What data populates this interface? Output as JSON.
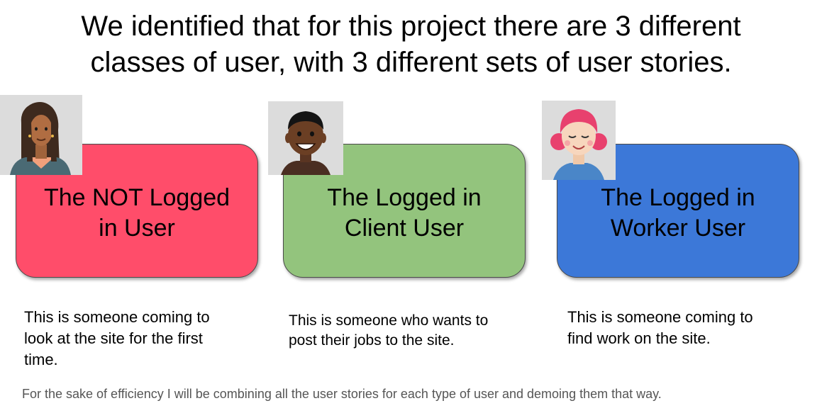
{
  "title": {
    "line1": "We identified that for this project there are 3 different",
    "line2": "classes of user, with 3 different sets of user stories."
  },
  "cards": [
    {
      "line1": "The NOT Logged",
      "line2": "in User",
      "color": "#ff4d6a",
      "avatar": "woman-long-hair-avatar",
      "description": [
        "This is someone coming to",
        "look at the site for the first",
        "time."
      ]
    },
    {
      "line1": "The Logged in",
      "line2": "Client User",
      "color": "#93c47d",
      "avatar": "smiling-man-avatar",
      "description": [
        "This is someone who wants to",
        "post their jobs to the site."
      ]
    },
    {
      "line1": "The Logged in",
      "line2": "Worker User",
      "color": "#3c78d8",
      "avatar": "pink-hair-woman-avatar",
      "description": [
        "This is someone coming to",
        "find work on the site."
      ]
    }
  ],
  "footer": "For the sake of efficiency I will be combining all the user stories for each type of user and demoing them that way."
}
